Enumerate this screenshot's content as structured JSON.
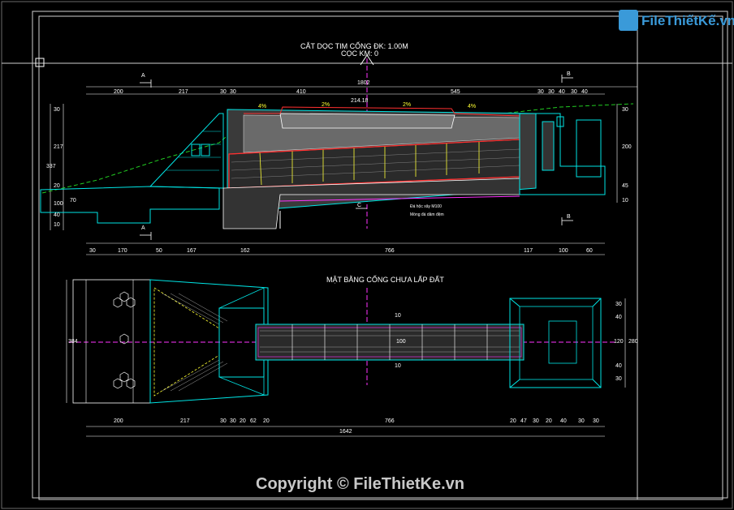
{
  "logo": {
    "text": "FileThiếtKế.vn"
  },
  "section": {
    "title": "CẮT DỌC TIM CỐNG  ĐK: 1.00M",
    "subtitle": "CỌC KM: 0",
    "top_dims": [
      "200",
      "217",
      "30",
      "30",
      "410",
      "545",
      "30",
      "30",
      "40",
      "30",
      "40"
    ],
    "total_top": "1802",
    "bottom_dims": [
      "30",
      "170",
      "50",
      "167",
      "162",
      "766",
      "117",
      "100",
      "60"
    ],
    "left_dims": [
      "30",
      "217",
      "337",
      "20",
      "70",
      "100",
      "40",
      "10"
    ],
    "right_dims": [
      "30",
      "200",
      "45",
      "10"
    ],
    "slopes": [
      "4%",
      "2%",
      "2%",
      "4%"
    ],
    "markers": {
      "a": "A",
      "b": "B",
      "c": "C"
    },
    "elevation": "214.18",
    "note1": "Đá hộc xây M100",
    "note2": "Móng đá dăm đệm"
  },
  "plan": {
    "title": "MẶT BẰNG CỐNG CHƯA LẤP ĐẤT",
    "bottom_dims": [
      "200",
      "217",
      "30",
      "30",
      "20",
      "62",
      "20",
      "766",
      "20",
      "47",
      "30",
      "20",
      "40",
      "30",
      "30"
    ],
    "total": "1642",
    "left_dim": "384",
    "right_dims": [
      "30",
      "40",
      "120",
      "40",
      "30",
      "280"
    ],
    "mid_dims": [
      "10",
      "10",
      "100"
    ]
  },
  "copyright": "Copyright © FileThietKe.vn"
}
